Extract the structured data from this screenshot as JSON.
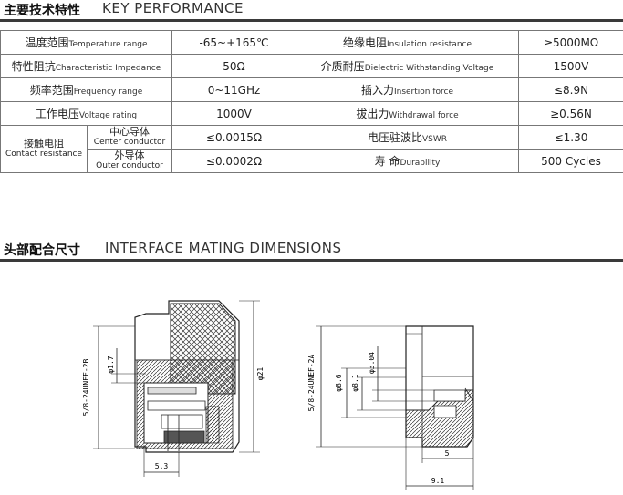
{
  "key_performance": {
    "title_zh": "主要技术特性",
    "title_en": "KEY PERFORMANCE",
    "rows": [
      {
        "l_zh": "温度范围",
        "l_en": "Temperature range",
        "l_val": "-65~+165℃",
        "r_zh": "绝缘电阻",
        "r_en": "Insulation resistance",
        "r_val": "≥5000MΩ"
      },
      {
        "l_zh": "特性阻抗",
        "l_en": "Characteristic Impedance",
        "l_val": "50Ω",
        "r_zh": "介质耐压",
        "r_en": "Dielectric Withstanding Voltage",
        "r_val": "1500V"
      },
      {
        "l_zh": "频率范围",
        "l_en": "Frequency range",
        "l_val": "0~11GHz",
        "r_zh": "插入力",
        "r_en": "Insertion force",
        "r_val": "≤8.9N"
      },
      {
        "l_zh": "工作电压",
        "l_en": "Voltage rating",
        "l_val": "1000V",
        "r_zh": "拔出力",
        "r_en": "Withdrawal force",
        "r_val": "≥0.56N"
      }
    ],
    "contact": {
      "zh": "接触电阻",
      "en": "Contact resistance",
      "center_zh": "中心导体",
      "center_en": "Center conductor",
      "center_val": "≤0.0015Ω",
      "outer_zh": "外导体",
      "outer_en": "Outer conductor",
      "outer_val": "≤0.0002Ω",
      "r1_zh": "电压驻波比",
      "r1_en": "VSWR",
      "r1_val": "≤1.30",
      "r2_zh": "寿 命",
      "r2_en": "Durability",
      "r2_val": "500 Cycles"
    }
  },
  "interface": {
    "title_zh": "头部配合尺寸",
    "title_en": "INTERFACE MATING DIMENSIONS",
    "left_drawing": {
      "thread": "5/8-24UNEF-2B",
      "dia_small": "φ1.7",
      "dia_large": "φ21",
      "length": "5.3"
    },
    "right_drawing": {
      "thread": "5/8-24UNEF-2A",
      "dia_86": "φ8.6",
      "dia_81": "φ8.1",
      "dia_304": "φ3.04",
      "len_5": "5",
      "len_91": "9.1"
    }
  }
}
